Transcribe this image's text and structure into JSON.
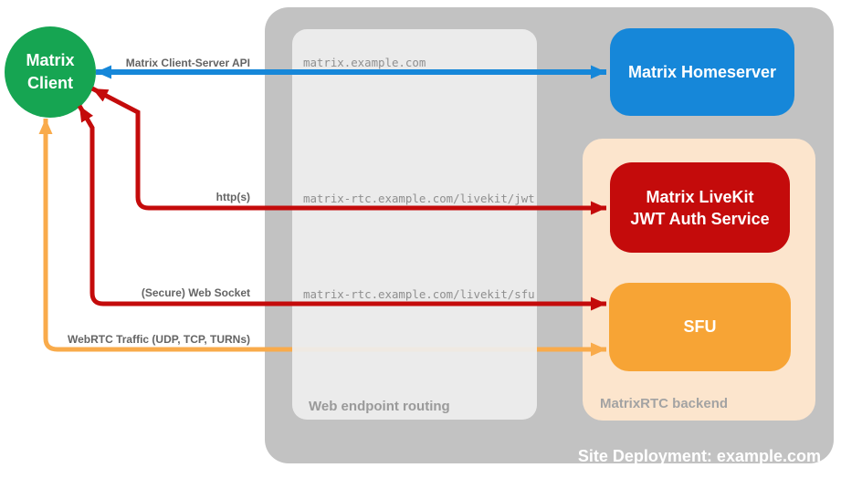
{
  "title": "Site Deployment: example.com",
  "nodes": {
    "client": {
      "line1": "Matrix",
      "line2": "Client",
      "color": "#16a552"
    },
    "homeserver": {
      "label": "Matrix Homeserver",
      "color": "#1687d9"
    },
    "jwt_service": {
      "line1": "Matrix LiveKit",
      "line2": "JWT Auth Service",
      "color": "#c40b0b"
    },
    "sfu": {
      "label": "SFU",
      "color": "#f7a435"
    }
  },
  "groups": {
    "site": {
      "label": "Site Deployment: example.com",
      "color": "#c2c2c2"
    },
    "web_routing": {
      "label": "Web endpoint routing",
      "color": "#e9e9e9"
    },
    "rtc_backend": {
      "label": "MatrixRTC backend",
      "color": "#fce5cd"
    }
  },
  "endpoints": [
    "matrix.example.com",
    "matrix-rtc.example.com/livekit/jwt",
    "matrix-rtc.example.com/livekit/sfu"
  ],
  "arrows": [
    {
      "label": "Matrix Client-Server API",
      "color": "#1687d9",
      "from": "Matrix Client",
      "to": "Matrix Homeserver",
      "bidirectional": true
    },
    {
      "label": "http(s)",
      "color": "#c40b0b",
      "from": "Matrix Client",
      "to": "Matrix LiveKit JWT Auth Service",
      "bidirectional": true
    },
    {
      "label": "(Secure) Web Socket",
      "color": "#c40b0b",
      "from": "Matrix Client",
      "to": "SFU",
      "bidirectional": true
    },
    {
      "label": "WebRTC Traffic (UDP, TCP, TURNs)",
      "color": "#f9ab4b",
      "from": "Matrix Client",
      "to": "SFU",
      "bidirectional": true
    }
  ]
}
